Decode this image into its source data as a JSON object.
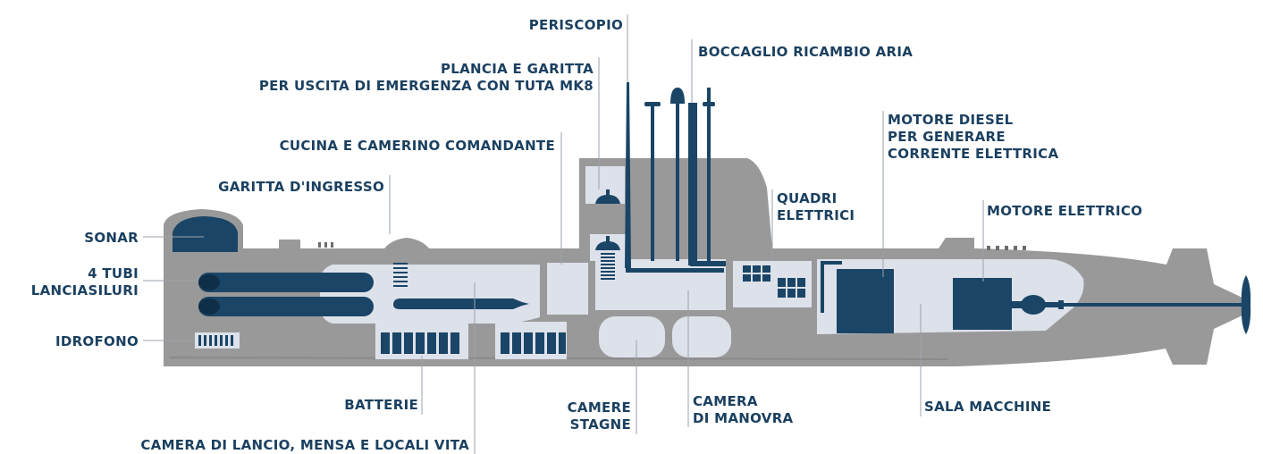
{
  "labels": {
    "periscopio": "PERISCOPIO",
    "boccaglio": "BOCCAGLIO RICAMBIO ARIA",
    "plancia_1": "PLANCIA E GARITTA",
    "plancia_2": "PER USCITA DI EMERGENZA CON TUTA MK8",
    "cucina": "CUCINA E CAMERINO COMANDANTE",
    "motore_diesel_1": "MOTORE DIESEL",
    "motore_diesel_2": "PER GENERARE",
    "motore_diesel_3": "CORRENTE ELETTRICA",
    "garitta_ingresso": "GARITTA D'INGRESSO",
    "quadri_1": "QUADRI",
    "quadri_2": "ELETTRICI",
    "motore_elettrico": "MOTORE ELETTRICO",
    "sonar": "SONAR",
    "tubi_1": "4 TUBI",
    "tubi_2": "LANCIASILURI",
    "idrofono": "IDROFONO",
    "batterie": "BATTERIE",
    "camere_stagne_1": "CAMERE",
    "camere_stagne_2": "STAGNE",
    "camera_manovra_1": "CAMERA",
    "camera_manovra_2": "DI MANOVRA",
    "sala_macchine": "SALA MACCHINE",
    "camera_lancio": "CAMERA DI LANCIO, MENSA E LOCALI VITA"
  },
  "colors": {
    "hull": "#999999",
    "compartment": "#dde1ea",
    "equipment": "#1a4566",
    "text": "#1b4060",
    "leader": "#9aa3ac"
  }
}
